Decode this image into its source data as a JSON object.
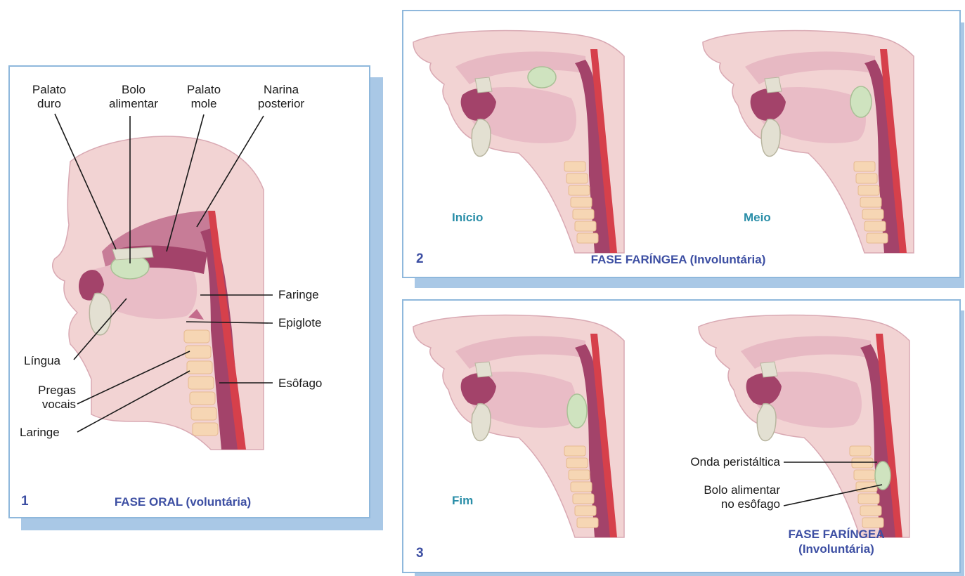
{
  "panel1": {
    "number": "1",
    "title": "FASE ORAL (voluntária)",
    "labels": {
      "palato_duro": "Palato\nduro",
      "bolo_alimentar": "Bolo\nalimentar",
      "palato_mole": "Palato\nmole",
      "narina_posterior": "Narina\nposterior",
      "faringe": "Faringe",
      "epiglote": "Epiglote",
      "lingua": "Língua",
      "pregas_vocais": "Pregas\nvocais",
      "esofago": "Esôfago",
      "laringe": "Laringe"
    }
  },
  "panel2": {
    "number": "2",
    "title": "FASE FARÍNGEA (Involuntária)",
    "stage_left": "Início",
    "stage_right": "Meio"
  },
  "panel3": {
    "number": "3",
    "title": "FASE FARÍNGEA\n(Involuntária)",
    "stage_left": "Fim",
    "labels": {
      "onda_peristaltica": "Onda peristáltica",
      "bolo_esofago": "Bolo alimentar\nno esôfago"
    }
  },
  "colors": {
    "skin": "#f2d3d3",
    "skin_dark": "#e6b8bf",
    "cavity": "#a3436a",
    "muscle": "#c46c8c",
    "bolus": "#cfe3bf",
    "esophagus_wall": "#d6404b",
    "cartilage": "#f6d6b4",
    "panel_border": "#8fb8dc",
    "title_text": "#3d4fa3",
    "stage_text": "#2a8ea8"
  }
}
